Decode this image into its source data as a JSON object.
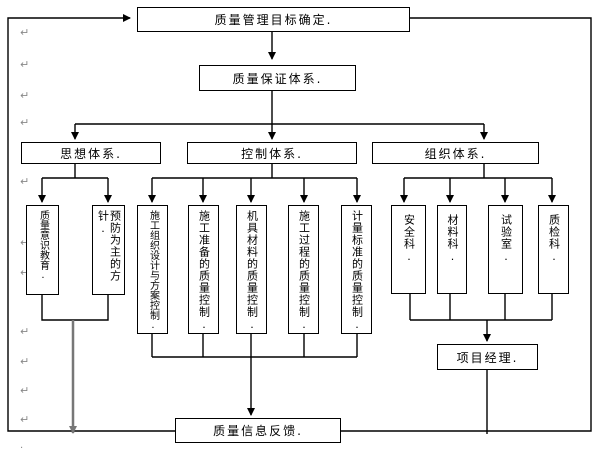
{
  "diagram": {
    "top_goal": "质量管理目标确定.",
    "assurance_system": "质量保证体系.",
    "branches": {
      "ideology": "思想体系.",
      "control": "控制体系.",
      "organization": "组织体系."
    },
    "ideology_items": [
      "质量意识教育.",
      "预防为主的方针."
    ],
    "control_items": [
      "施工组织设计与方案控制.",
      "施工准备的质量控制.",
      "机具材料的质量控制.",
      "施工过程的质量控制.",
      "计量标准的质量控制."
    ],
    "org_items": [
      "安全科.",
      "材料科.",
      "试验室.",
      "质检科."
    ],
    "project_manager": "项目经理.",
    "feedback": "质量信息反馈."
  },
  "paragraph_mark": "↵"
}
